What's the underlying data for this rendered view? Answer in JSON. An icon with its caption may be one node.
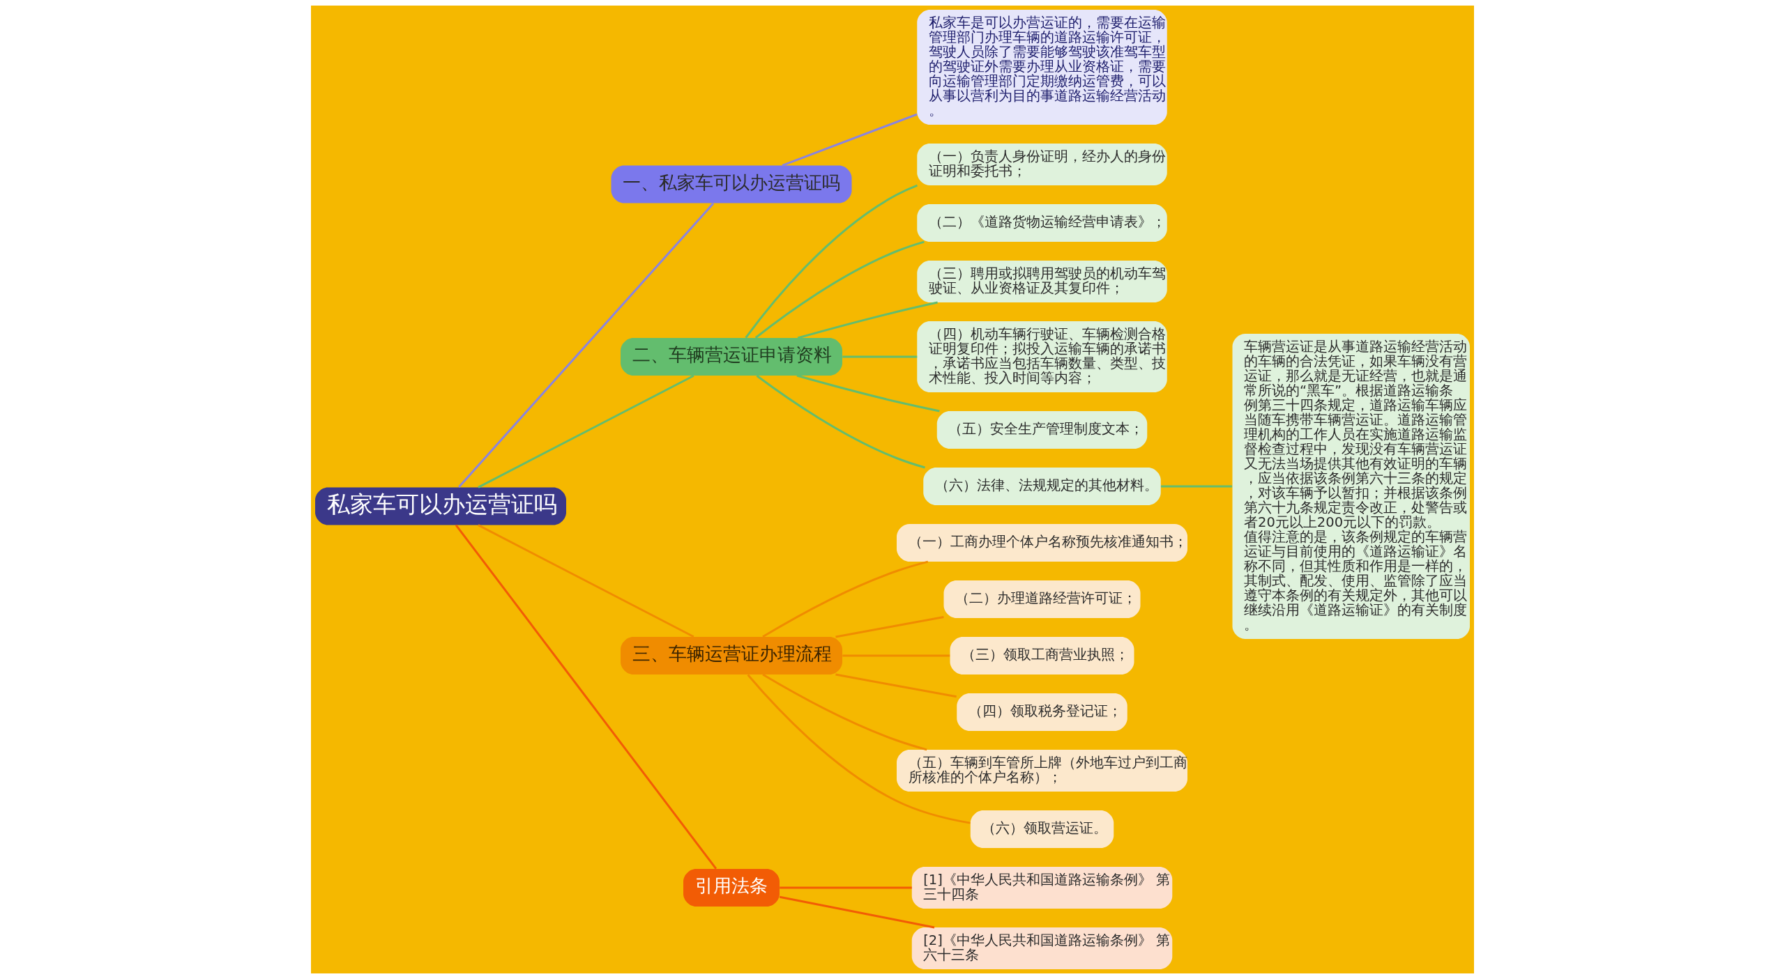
{
  "diagram": {
    "nodes": [
      {
        "text": [
          "私家车可以办运营证吗"
        ]
      },
      {
        "text": [
          "一、私家车可以办运营证吗"
        ]
      },
      {
        "text": [
          "私家车是可以办营运证的，需要在运输管理部门办理车辆的道路运输许可证，驾驶人员除了需要能够驾驶该准驾车型的驾驶证外需要办理从业资格证，需要向运输管理部门定期缴纳运管费，可以从事以营利为目的事道路运输经营活动。"
        ]
      },
      {
        "text": [
          "二、车辆营运证申请资料"
        ]
      },
      {
        "text": [
          "（一）负责人身份证明，经办人的身份证明和委托书；"
        ]
      },
      {
        "text": [
          "（二）《道路货物运输经营申请表》；"
        ]
      },
      {
        "text": [
          "（三）聘用或拟聘用驾驶员的机动车驾驶证、从业资格证及其复印件；"
        ]
      },
      {
        "text": [
          "（四）机动车辆行驶证、车辆检测合格证明复印件；拟投入运输车辆的承诺书，承诺书应当包括车辆数量、类型、技术性能、投入时间等内容；"
        ]
      },
      {
        "text": [
          "（五）安全生产管理制度文本；"
        ]
      },
      {
        "text": [
          "（六）法律、法规规定的其他材料。"
        ]
      },
      {
        "text": [
          "车辆营运证是从事道路运输经营活动的车辆的合法凭证，如果车辆没有营运证，那么就是无证经营，也就是通常所说的“黑车”。根据道路运输条例第三十四条规定，道路运输车辆应当随车携带车辆营运证。道路运输管理机构的工作人员在实施道路运输监督检查过程中，发现没有车辆营运证又无法当场提供其他有效证明的车辆，应当依据该条例第六十三条的规定，对该车辆予以暂扣；并根据该条例第六十九条规定责令改正，处警告或者20元以上200元以下的罚款。值得注意的是，该条例规定的车辆营运证与目前使用的《道路运输证》名称不同，但其性质和作用是一样的，其制式、配发、使用、监管除了应当遵守本条例的有关规定外，其他可以继续沿用《道路运输证》的有关制度。"
        ]
      },
      {
        "text": [
          "三、车辆运营证办理流程"
        ]
      },
      {
        "text": [
          "（一）工商办理个体户名称预先核准通知书；"
        ]
      },
      {
        "text": [
          "（二）办理道路经营许可证；"
        ]
      },
      {
        "text": [
          "（三）领取工商营业执照；"
        ]
      },
      {
        "text": [
          "（四）领取税务登记证；"
        ]
      },
      {
        "text": [
          "（五）车辆到车管所上牌（外地车过户到工商所核准的个体户名称）；"
        ]
      },
      {
        "text": [
          "（六）领取营运证。"
        ]
      },
      {
        "text": [
          "引用法条"
        ]
      },
      {
        "text": [
          "[1]《中华人民共和国道路运输条例》 第三十四条"
        ]
      },
      {
        "text": [
          "[2]《中华人民共和国道路运输条例》 第六十三条"
        ]
      }
    ],
    "edges": [
      {
        "from": 0,
        "to": 1,
        "arrow": "none",
        "color": "#8a84e0"
      },
      {
        "from": 1,
        "to": 2,
        "arrow": "none",
        "color": "#8a84e0"
      },
      {
        "from": 0,
        "to": 3,
        "arrow": "none"
      },
      {
        "from": 3,
        "to": 4,
        "arrow": "none"
      },
      {
        "from": 3,
        "to": 5,
        "arrow": "none"
      },
      {
        "from": 3,
        "to": 6,
        "arrow": "none"
      },
      {
        "from": 3,
        "to": 7,
        "arrow": "none"
      },
      {
        "from": 3,
        "to": 8,
        "arrow": "none"
      },
      {
        "from": 3,
        "to": 9,
        "arrow": "none"
      },
      {
        "from": 9,
        "to": 10,
        "arrow": "none"
      },
      {
        "from": 0,
        "to": 11,
        "arrow": "none",
        "color": "#f08c00"
      },
      {
        "from": 11,
        "to": 12,
        "arrow": "none",
        "color": "#f08c00"
      },
      {
        "from": 11,
        "to": 13,
        "arrow": "none",
        "color": "#f08c00"
      },
      {
        "from": 11,
        "to": 14,
        "arrow": "none",
        "color": "#f08c00"
      },
      {
        "from": 11,
        "to": 15,
        "arrow": "none",
        "color": "#f08c00"
      },
      {
        "from": 11,
        "to": 16,
        "arrow": "none",
        "color": "#f08c00"
      },
      {
        "from": 11,
        "to": 17,
        "arrow": "none",
        "color": "#f08c00"
      },
      {
        "from": 0,
        "to": 18,
        "arrow": "none",
        "color": "#f25c05"
      },
      {
        "from": 18,
        "to": 19,
        "arrow": "none",
        "color": "#f25c05"
      },
      {
        "from": 18,
        "to": 20,
        "arrow": "none",
        "color": "#f25c05"
      }
    ]
  }
}
